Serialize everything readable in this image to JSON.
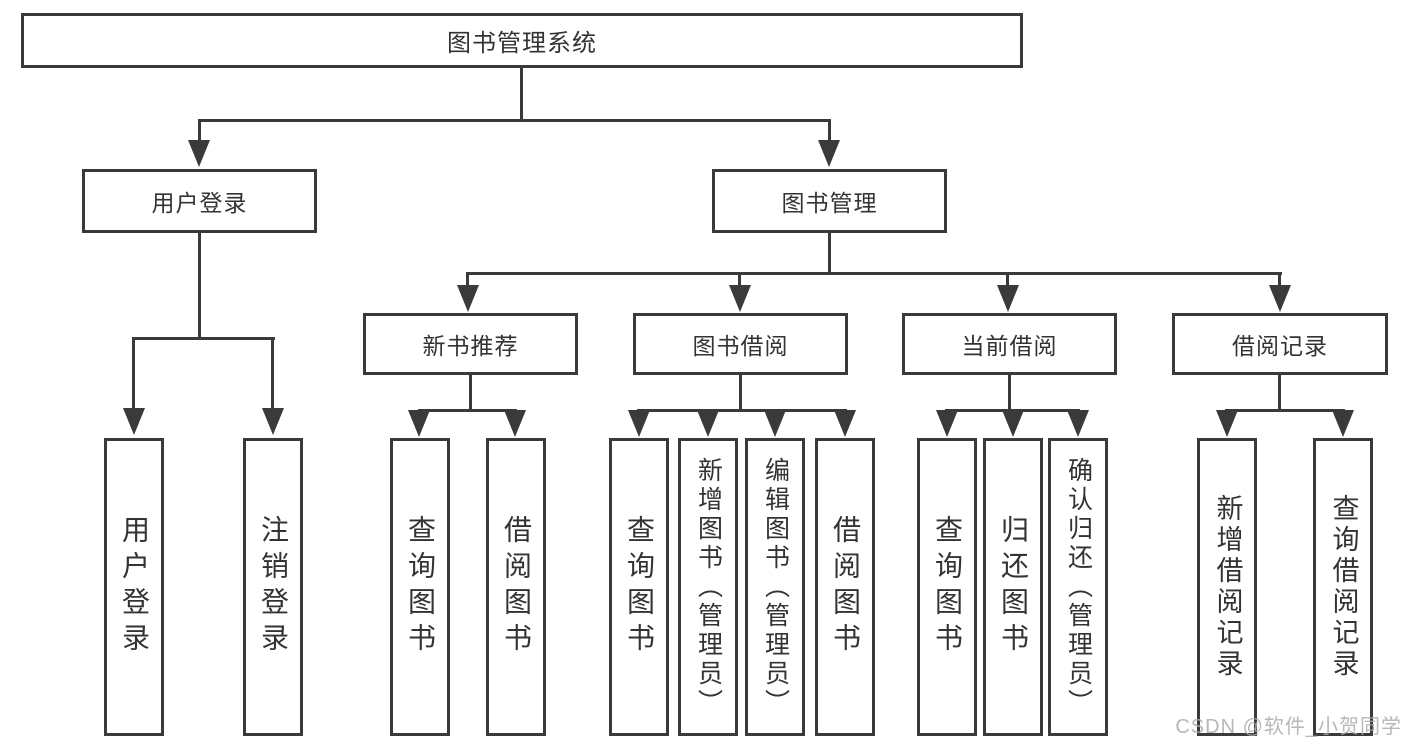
{
  "diagram": {
    "type": "hierarchy-tree",
    "tree": {
      "root": {
        "label": "图书管理系统"
      },
      "level2": [
        {
          "label": "用户登录",
          "parent": "图书管理系统"
        },
        {
          "label": "图书管理",
          "parent": "图书管理系统"
        }
      ],
      "level3": [
        {
          "label": "新书推荐",
          "parent": "图书管理"
        },
        {
          "label": "图书借阅",
          "parent": "图书管理"
        },
        {
          "label": "当前借阅",
          "parent": "图书管理"
        },
        {
          "label": "借阅记录",
          "parent": "图书管理"
        }
      ],
      "leaves": [
        {
          "label": "用户登录",
          "parent": "用户登录"
        },
        {
          "label": "注销登录",
          "parent": "用户登录"
        },
        {
          "label": "查询图书",
          "parent": "新书推荐"
        },
        {
          "label": "借阅图书",
          "parent": "新书推荐"
        },
        {
          "label": "查询图书",
          "parent": "图书借阅"
        },
        {
          "label": "新增图书（管理员）",
          "parent": "图书借阅"
        },
        {
          "label": "编辑图书（管理员）",
          "parent": "图书借阅"
        },
        {
          "label": "借阅图书",
          "parent": "图书借阅"
        },
        {
          "label": "查询图书",
          "parent": "当前借阅"
        },
        {
          "label": "归还图书",
          "parent": "当前借阅"
        },
        {
          "label": "确认归还（管理员）",
          "parent": "当前借阅"
        },
        {
          "label": "新增借阅记录",
          "parent": "借阅记录"
        },
        {
          "label": "查询借阅记录",
          "parent": "借阅记录"
        }
      ]
    },
    "colors": {
      "line": "#3a3a3a",
      "text": "#333333",
      "background": "#ffffff",
      "watermark": "#ababab"
    }
  },
  "watermark": {
    "text": "CSDN @软件_小贺同学"
  }
}
